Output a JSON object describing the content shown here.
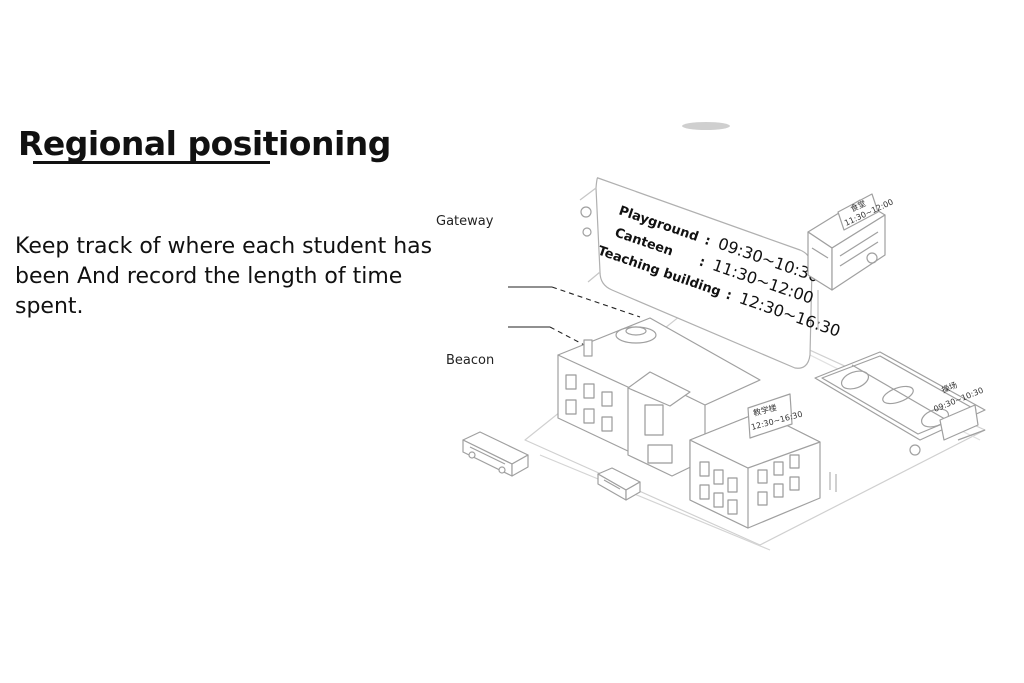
{
  "slide": {
    "title": "Regional positioning",
    "body": "Keep track of where each student has been  And record the length of time spent."
  },
  "labels": {
    "gateway": "Gateway",
    "beacon": "Beacon"
  },
  "schedule_sign": {
    "rows": [
      {
        "place": "Playground",
        "sep": ":",
        "time": "09:30~10:30"
      },
      {
        "place": "Canteen",
        "sep": ":",
        "time": "11:30~12:00"
      },
      {
        "place": "Teaching building",
        "sep": ":",
        "time": "12:30~16:30"
      }
    ]
  },
  "mini_signs": {
    "building": {
      "name": "教学楼",
      "time": "12:30~16:30"
    },
    "canteen": {
      "name": "食堂",
      "time": "11:30~12:00"
    },
    "court": {
      "name": "操场",
      "time": "09:30~10:30"
    }
  },
  "colors": {
    "text": "#111111",
    "line": "#9a9a9a",
    "background": "#ffffff"
  }
}
